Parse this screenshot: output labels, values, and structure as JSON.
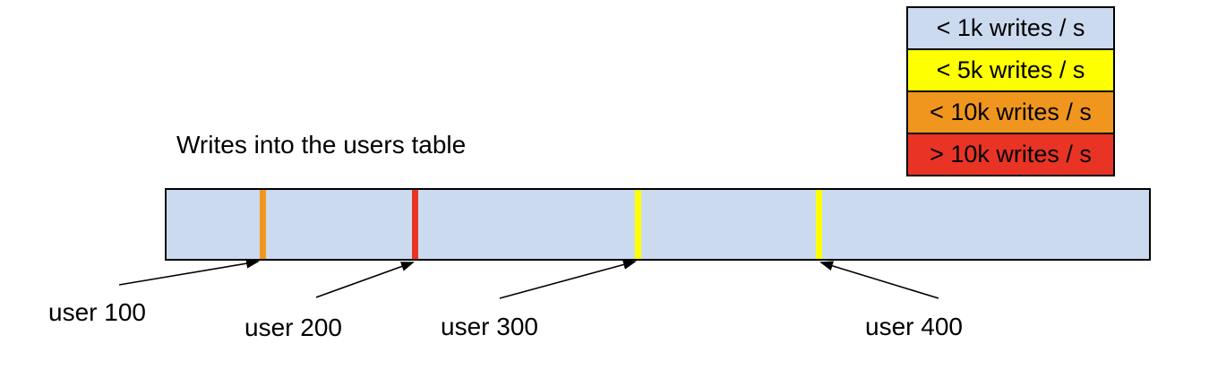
{
  "title": "Writes into the users table",
  "legend": {
    "items": [
      {
        "label": "< 1k writes / s",
        "color": "#ccdaef"
      },
      {
        "label": "< 5k writes / s",
        "color": "#feff00"
      },
      {
        "label": "< 10k writes / s",
        "color": "#f0961e"
      },
      {
        "label": "> 10k writes / s",
        "color": "#e93425"
      }
    ]
  },
  "table_bar": {
    "fill_color": "#ccdaef",
    "border_color": "#000000",
    "markers": [
      {
        "label": "user 100",
        "color": "#f0961e",
        "position_pct": 9.6
      },
      {
        "label": "user 200",
        "color": "#e93425",
        "position_pct": 25.0
      },
      {
        "label": "user 300",
        "color": "#feff00",
        "position_pct": 47.7
      },
      {
        "label": "user 400",
        "color": "#feff00",
        "position_pct": 66.1
      }
    ]
  }
}
